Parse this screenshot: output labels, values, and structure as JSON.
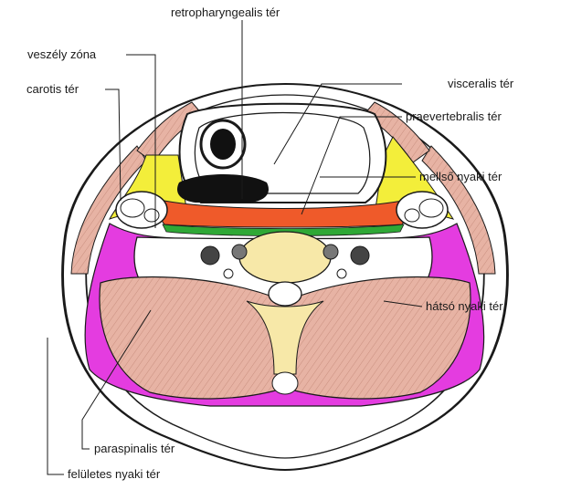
{
  "diagram": {
    "labels": {
      "retropharyngealis": "retropharyngealis tér",
      "veszely": "veszély zóna",
      "carotis": "carotis tér",
      "visceralis": "visceralis tér",
      "praevertebralis": "praevertebralis tér",
      "mellso": "mellső nyaki tér",
      "hatso": "hátsó nyaki tér",
      "paraspinalis": "paraspinalis tér",
      "feluletes": "felületes nyaki tér"
    },
    "colors": {
      "visceral_yellow": "#f3ee3a",
      "retro_orange": "#ef5a2a",
      "danger_green": "#2fa836",
      "posterior_magenta": "#e43ce0",
      "muscle_pink": "#e7b3a4",
      "vertebra_cream": "#f7e8a8",
      "skin_outline": "#1a1a1a"
    }
  }
}
